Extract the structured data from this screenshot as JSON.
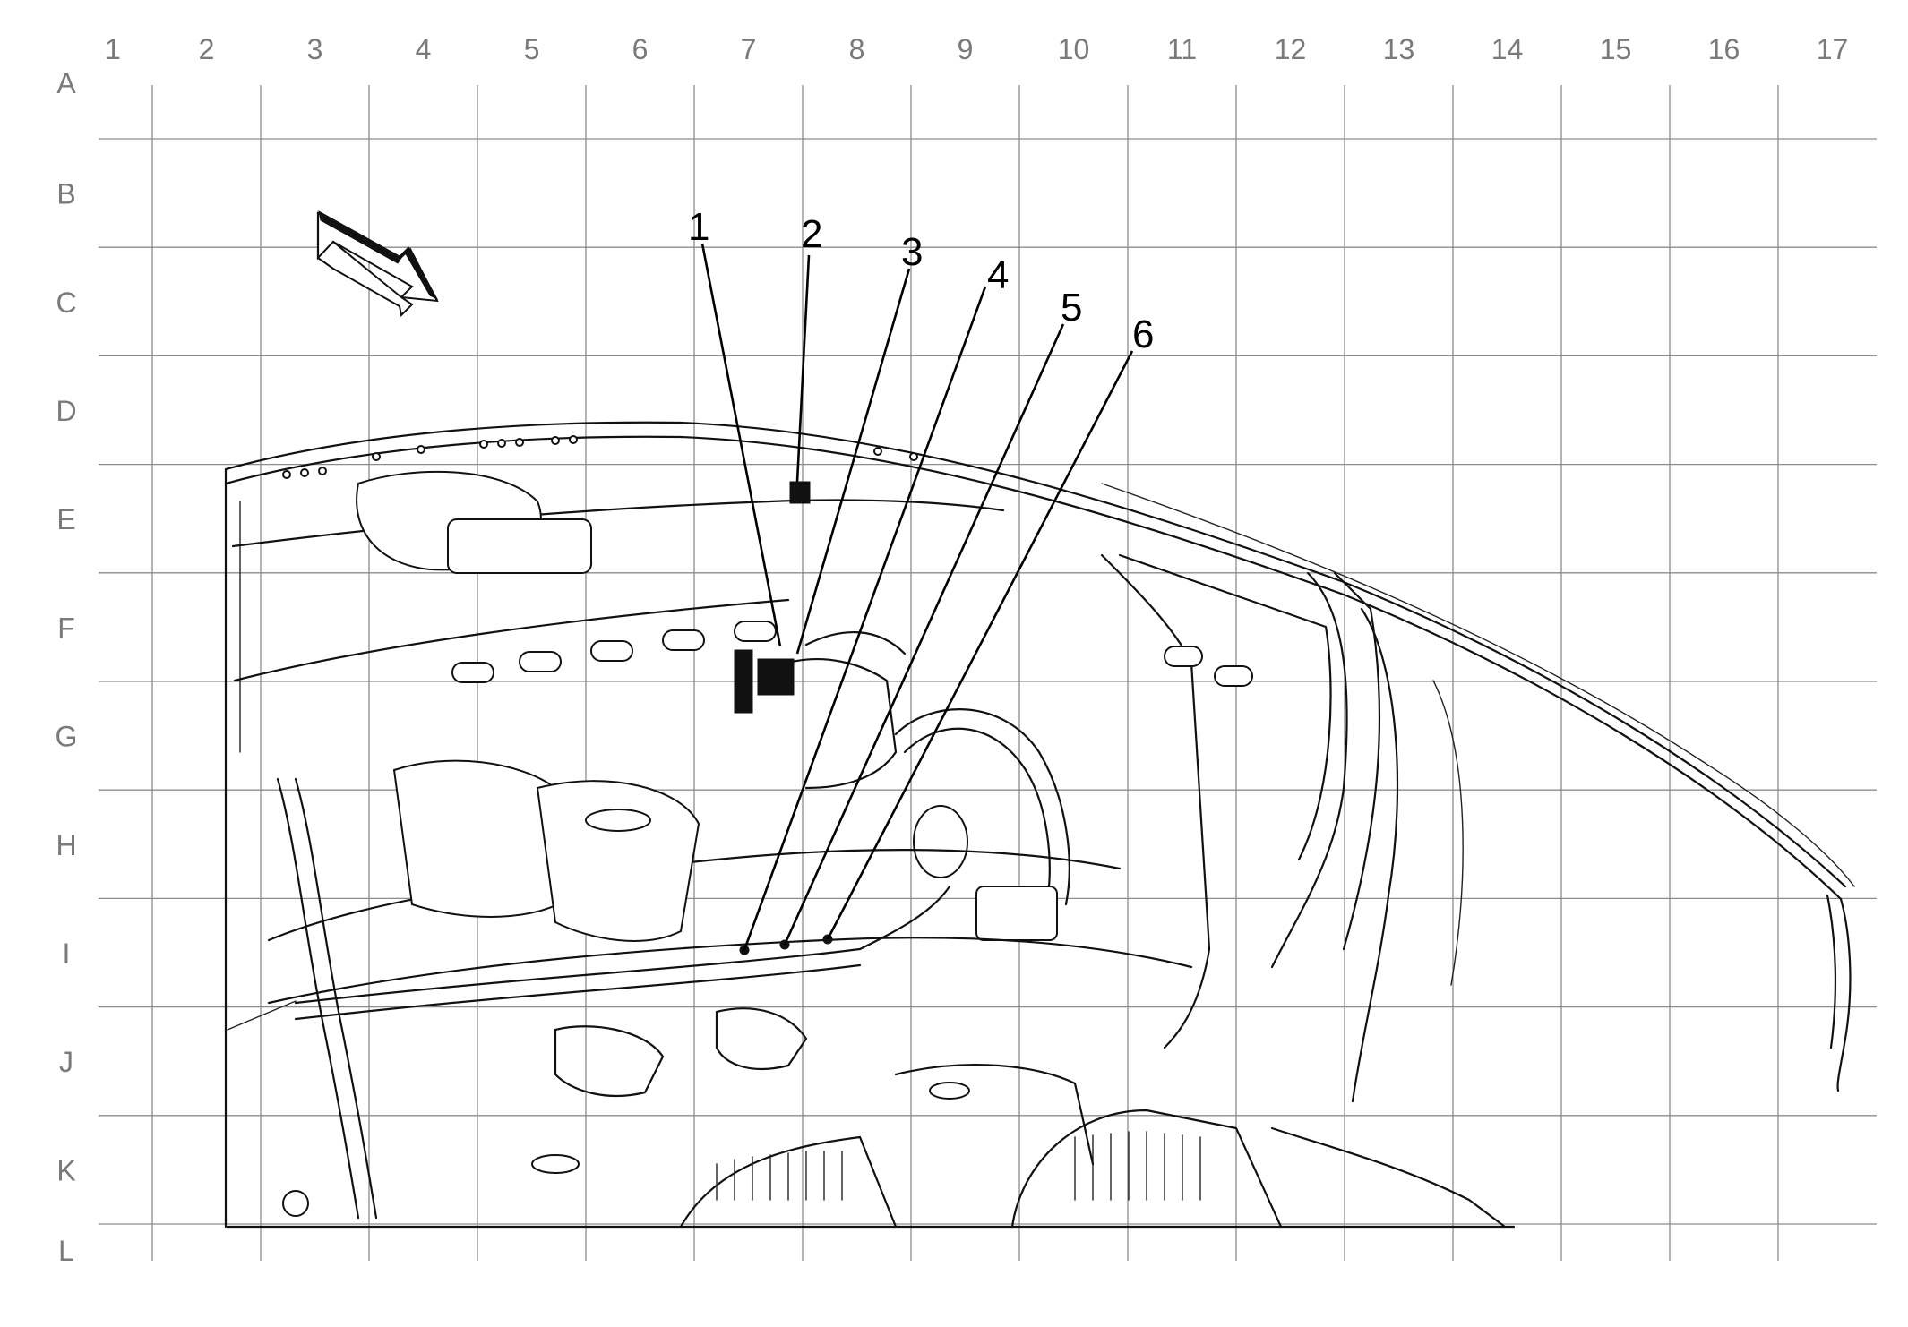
{
  "grid": {
    "columns": [
      "1",
      "2",
      "3",
      "4",
      "5",
      "6",
      "7",
      "8",
      "9",
      "10",
      "11",
      "12",
      "13",
      "14",
      "15",
      "16",
      "17"
    ],
    "rows": [
      "A",
      "B",
      "C",
      "D",
      "E",
      "F",
      "G",
      "H",
      "I",
      "J",
      "K",
      "L"
    ]
  },
  "callouts": [
    {
      "label": "1"
    },
    {
      "label": "2"
    },
    {
      "label": "3"
    },
    {
      "label": "4"
    },
    {
      "label": "5"
    },
    {
      "label": "6"
    }
  ],
  "orientation_arrow": {
    "icon": "direction-arrow-icon"
  }
}
